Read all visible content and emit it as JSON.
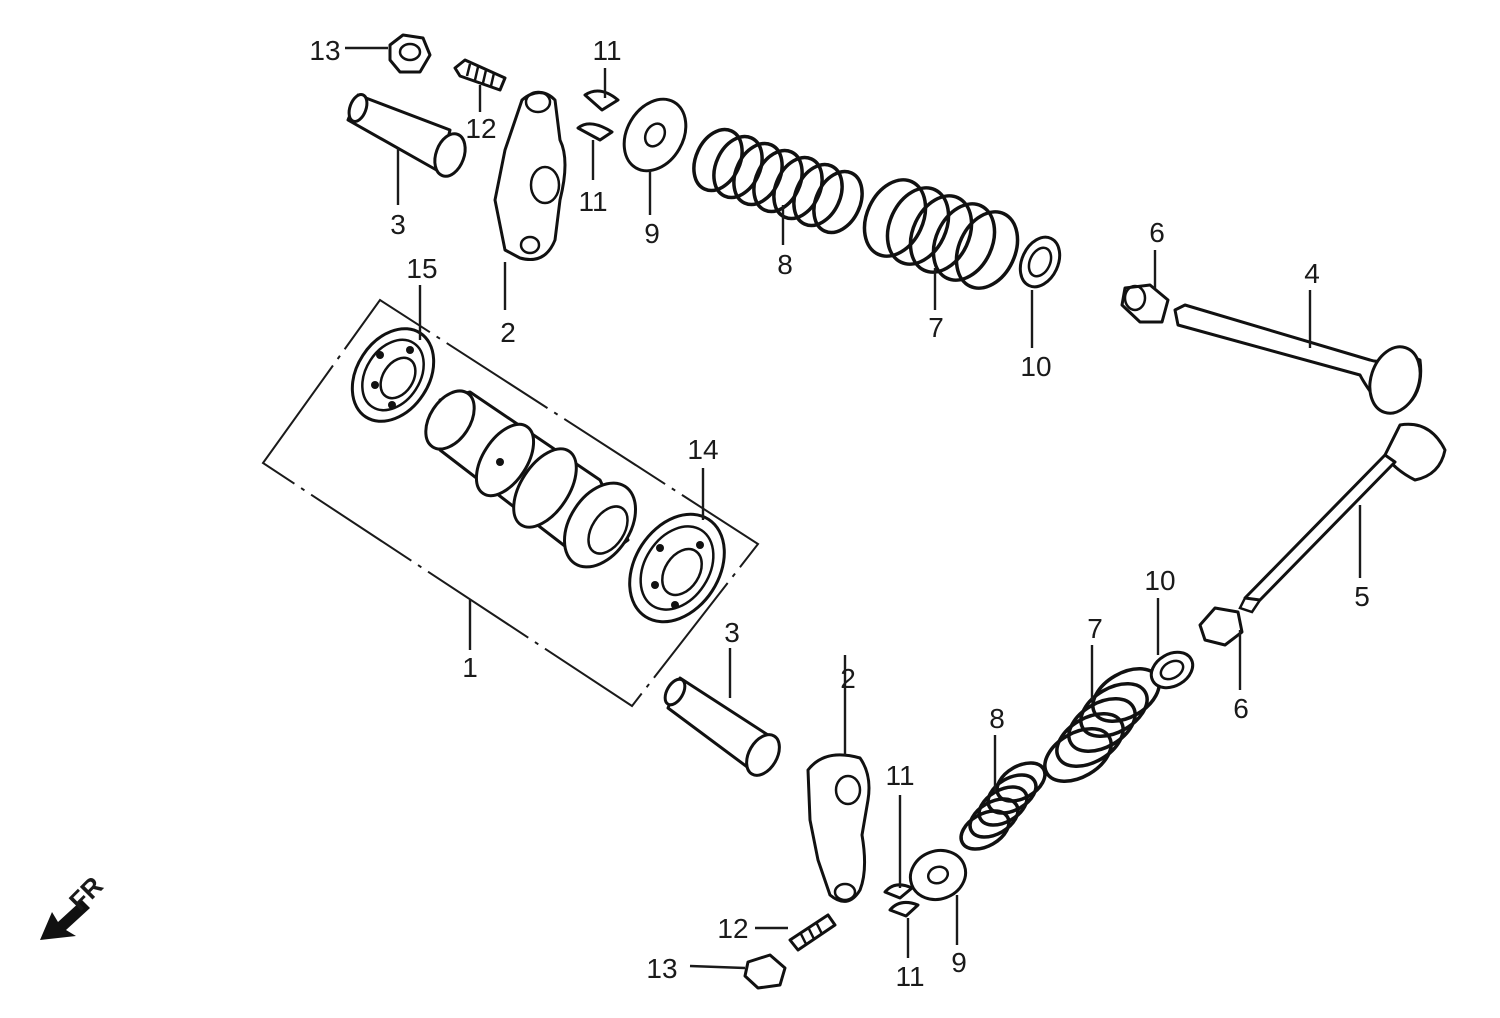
{
  "orientation_label": "FR",
  "callouts": [
    {
      "part": "camshaft",
      "number": "1"
    },
    {
      "part": "rocker-arm-upper",
      "number": "2"
    },
    {
      "part": "rocker-arm-lower",
      "number": "2"
    },
    {
      "part": "rocker-shaft-upper",
      "number": "3"
    },
    {
      "part": "rocker-shaft-lower",
      "number": "3"
    },
    {
      "part": "valve-in",
      "number": "4"
    },
    {
      "part": "valve-ex",
      "number": "5"
    },
    {
      "part": "stem-seal-upper",
      "number": "6"
    },
    {
      "part": "stem-seal-lower",
      "number": "6"
    },
    {
      "part": "outer-spring-upper",
      "number": "7"
    },
    {
      "part": "outer-spring-lower",
      "number": "7"
    },
    {
      "part": "inner-spring-upper",
      "number": "8"
    },
    {
      "part": "inner-spring-lower",
      "number": "8"
    },
    {
      "part": "retainer-upper",
      "number": "9"
    },
    {
      "part": "retainer-lower",
      "number": "9"
    },
    {
      "part": "spring-seat-upper",
      "number": "10"
    },
    {
      "part": "spring-seat-lower",
      "number": "10"
    },
    {
      "part": "cotter-upper-a",
      "number": "11"
    },
    {
      "part": "cotter-upper-b",
      "number": "11"
    },
    {
      "part": "cotter-lower-a",
      "number": "11"
    },
    {
      "part": "cotter-lower-b",
      "number": "11"
    },
    {
      "part": "adjust-screw-upper",
      "number": "12"
    },
    {
      "part": "adjust-screw-lower",
      "number": "12"
    },
    {
      "part": "lock-nut-upper",
      "number": "13"
    },
    {
      "part": "lock-nut-lower",
      "number": "13"
    },
    {
      "part": "bearing-right",
      "number": "14"
    },
    {
      "part": "bearing-left",
      "number": "15"
    }
  ]
}
